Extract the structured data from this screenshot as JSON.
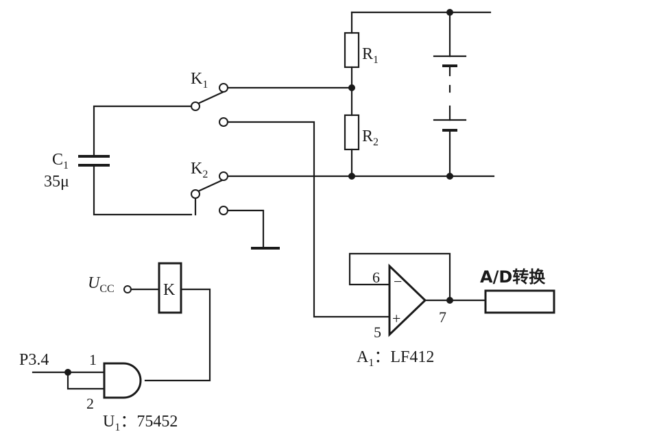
{
  "components": {
    "r1": {
      "letter": "R",
      "sub": "1"
    },
    "r2": {
      "letter": "R",
      "sub": "2"
    },
    "c1": {
      "letter": "C",
      "sub": "1",
      "value": "35μ"
    },
    "k1": {
      "letter": "K",
      "sub": "1"
    },
    "k2": {
      "letter": "K",
      "sub": "2"
    },
    "relay": {
      "label": "K"
    },
    "ucc": {
      "letter": "U",
      "sub": "CC"
    },
    "p34": {
      "label": "P3.4"
    },
    "gate": {
      "pin1": "1",
      "pin2": "2",
      "caption_letter": "U",
      "caption_sub": "1",
      "caption_rest": "：75452"
    },
    "opamp": {
      "pin6": "6",
      "pin5": "5",
      "pin7": "7",
      "minus": "−",
      "plus": "+",
      "caption_letter": "A",
      "caption_sub": "1",
      "caption_rest": "：LF412"
    },
    "adc": {
      "label": "A/D转换"
    }
  }
}
